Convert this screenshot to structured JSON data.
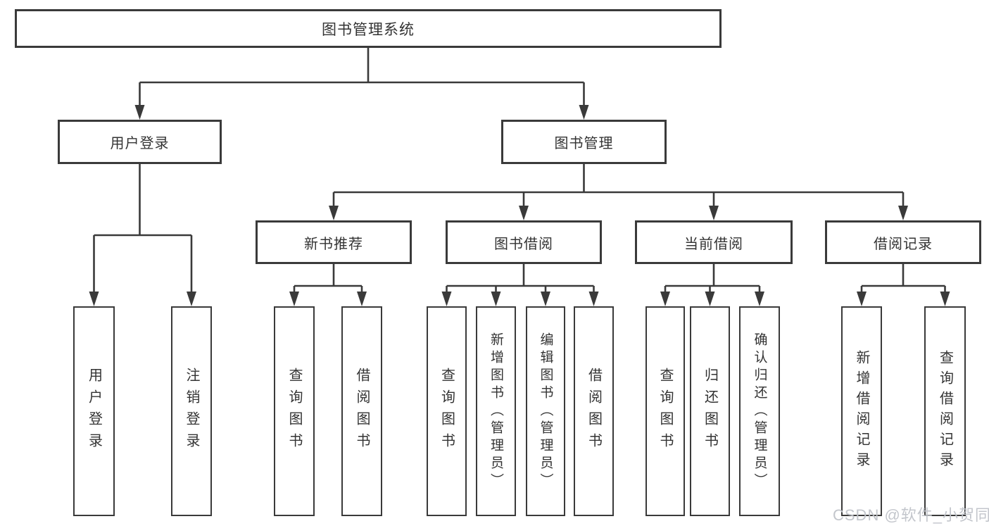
{
  "tree": {
    "root": {
      "label": "图书管理系统"
    },
    "children": [
      {
        "label": "用户登录",
        "children": [
          {
            "label": "用户登录"
          },
          {
            "label": "注销登录"
          }
        ]
      },
      {
        "label": "图书管理",
        "children": [
          {
            "label": "新书推荐",
            "children": [
              {
                "label": "查询图书"
              },
              {
                "label": "借阅图书"
              }
            ]
          },
          {
            "label": "图书借阅",
            "children": [
              {
                "label": "查询图书"
              },
              {
                "label": "新增图书（管理员）"
              },
              {
                "label": "编辑图书（管理员）"
              },
              {
                "label": "借阅图书"
              }
            ]
          },
          {
            "label": "当前借阅",
            "children": [
              {
                "label": "查询图书"
              },
              {
                "label": "归还图书"
              },
              {
                "label": "确认归还（管理员）"
              }
            ]
          },
          {
            "label": "借阅记录",
            "children": [
              {
                "label": "新增借阅记录"
              },
              {
                "label": "查询借阅记录"
              }
            ]
          }
        ]
      }
    ]
  },
  "watermark": "CSDN @软件_小贺同学",
  "colors": {
    "line": "#3a3a3a",
    "box_border": "#3a3a3a",
    "text": "#333333",
    "watermark": "#c0c3c9",
    "background": "#ffffff"
  }
}
